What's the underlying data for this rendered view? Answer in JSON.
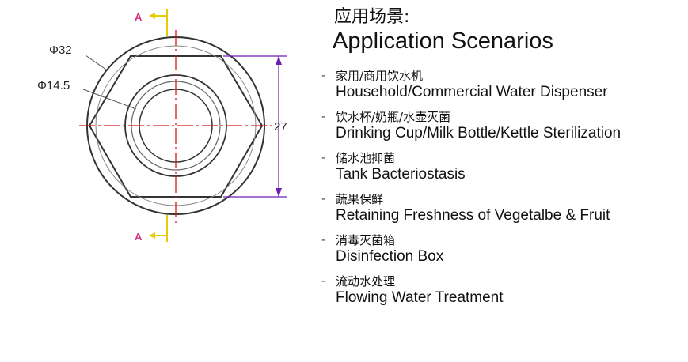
{
  "drawing": {
    "dim_outer_diameter": "Φ32",
    "dim_inner_diameter": "Φ14.5",
    "dim_across_flats": "27",
    "section_marker": "A"
  },
  "title": {
    "chinese": "应用场景:",
    "english": "Application Scenarios"
  },
  "scenarios": [
    {
      "cn": "家用/商用饮水机",
      "en": "Household/Commercial Water Dispenser"
    },
    {
      "cn": "饮水杯/奶瓶/水壶灭菌",
      "en": "Drinking Cup/Milk Bottle/Kettle Sterilization"
    },
    {
      "cn": "储水池抑菌",
      "en": "Tank Bacteriostasis"
    },
    {
      "cn": "蔬果保鲜",
      "en": "Retaining Freshness of Vegetalbe & Fruit"
    },
    {
      "cn": "消毒灭菌箱",
      "en": "Disinfection Box"
    },
    {
      "cn": "流动水处理",
      "en": "Flowing Water Treatment"
    }
  ],
  "colors": {
    "line": "#333333",
    "centerline": "#d11a1a",
    "dimension": "#6a1fb0",
    "section_arrow": "#e6cc00",
    "section_letter": "#d63384"
  }
}
